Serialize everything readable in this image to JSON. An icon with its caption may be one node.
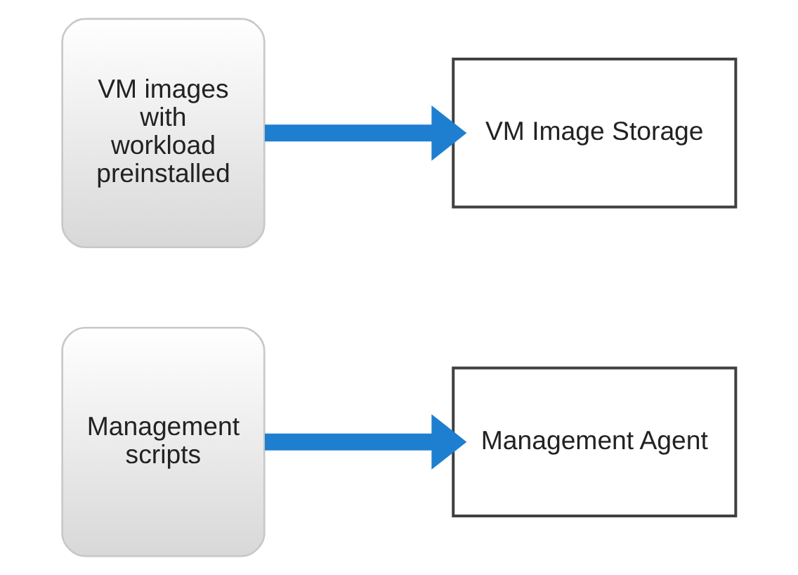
{
  "diagram": {
    "nodes": [
      {
        "text": [
          "VM images with workload preinstalled"
        ]
      },
      {
        "text": [
          "VM Image Storage"
        ]
      },
      {
        "text": [
          "Management scripts"
        ]
      },
      {
        "text": [
          "Management Agent"
        ]
      }
    ],
    "edges": [
      {
        "from": 0,
        "to": 1,
        "arrow": "to"
      },
      {
        "from": 2,
        "to": 3,
        "arrow": "to"
      }
    ]
  }
}
